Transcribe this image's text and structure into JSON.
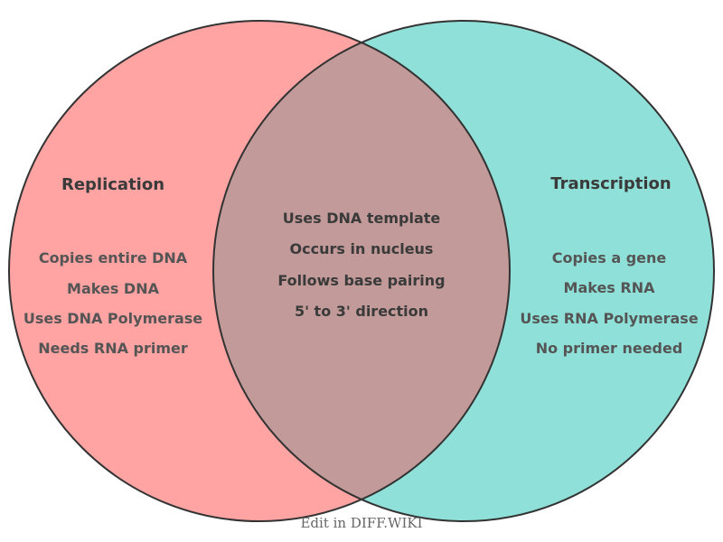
{
  "diagram": {
    "type": "venn2",
    "outline_color": "#333333",
    "left_set": {
      "title": "Replication",
      "color": "#ffa3a3",
      "items": [
        "Copies entire DNA",
        "Makes DNA",
        "Uses DNA Polymerase",
        "Needs RNA primer"
      ]
    },
    "right_set": {
      "title": "Transcription",
      "color": "#8fe0d8",
      "items": [
        "Copies a gene",
        "Makes RNA",
        "Uses RNA Polymerase",
        "No primer needed"
      ]
    },
    "overlap": {
      "color": "#c19a99",
      "items": [
        "Uses DNA template",
        "Occurs in nucleus",
        "Follows base pairing",
        "5' to 3' direction"
      ]
    }
  },
  "footer": {
    "edit_label": "Edit in DIFF.WIKI"
  }
}
